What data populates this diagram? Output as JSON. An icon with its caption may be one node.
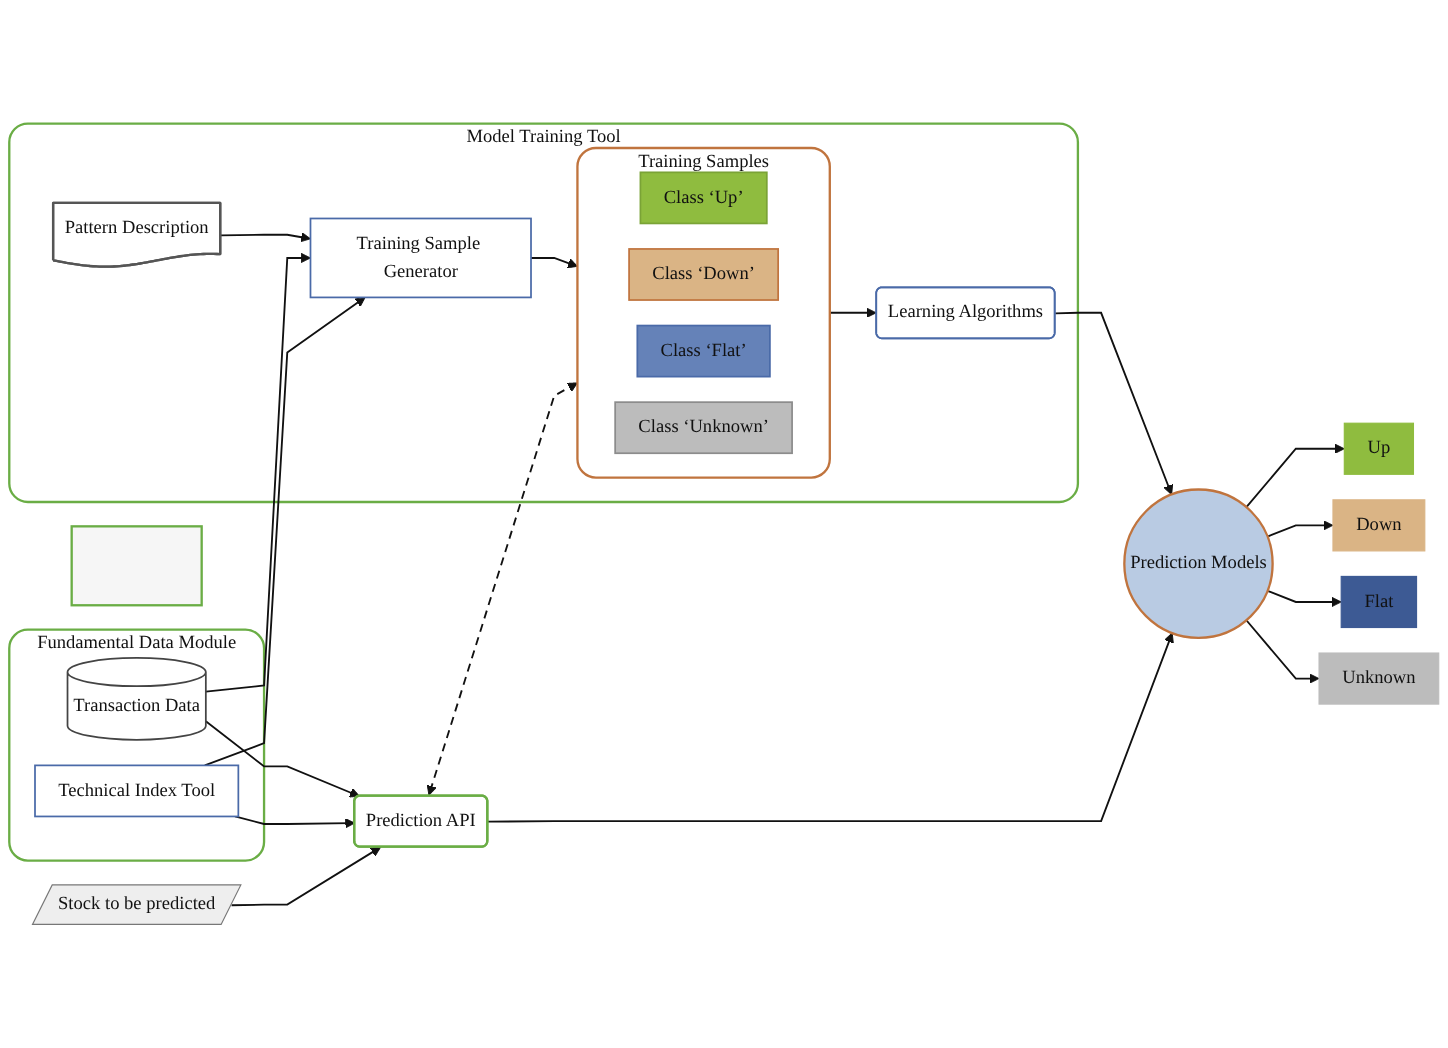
{
  "diagram": {
    "nodes": [
      {
        "text": [
          "Model Training Tool"
        ]
      },
      {
        "text": [
          "Pattern Description"
        ],
        "in": 0
      },
      {
        "text": [
          "Training Sample Generator"
        ],
        "in": 0
      },
      {
        "text": [
          "Training Samples"
        ],
        "in": 0
      },
      {
        "text": [
          "Class ‘Up’"
        ],
        "in": 3
      },
      {
        "text": [
          "Class ‘Down’"
        ],
        "in": 3
      },
      {
        "text": [
          "Class ‘Flat’"
        ],
        "in": 3
      },
      {
        "text": [
          "Class ‘Unknown’"
        ],
        "in": 3
      },
      {
        "text": [
          "Learning Algorithms"
        ],
        "in": 0
      },
      {
        "text": [
          "Fundamental Data Module"
        ]
      },
      {
        "text": [
          "Transaction Data"
        ],
        "in": 9
      },
      {
        "text": [
          "Technical Index Tool"
        ],
        "in": 9
      },
      {
        "text": [],
        "shape": "box"
      },
      {
        "text": [
          "Stock to be predicted"
        ]
      },
      {
        "text": [
          "Prediction API"
        ]
      },
      {
        "text": [
          "Prediction Models"
        ]
      },
      {
        "text": [
          "Up"
        ]
      },
      {
        "text": [
          "Down"
        ]
      },
      {
        "text": [
          "Flat"
        ]
      },
      {
        "text": [
          "Unknown"
        ]
      }
    ],
    "edges": [
      {
        "from": 1,
        "to": 2,
        "arrow": "to"
      },
      {
        "from": 2,
        "to": 3,
        "arrow": "to"
      },
      {
        "from": 3,
        "to": 8,
        "arrow": "to"
      },
      {
        "from": 10,
        "to": 2,
        "arrow": "to"
      },
      {
        "from": 11,
        "to": 2,
        "arrow": "to"
      },
      {
        "from": 10,
        "to": 14,
        "arrow": "to"
      },
      {
        "from": 11,
        "to": 14,
        "arrow": "to"
      },
      {
        "from": 14,
        "to": 3,
        "arrow": "both",
        "style": "dashed"
      },
      {
        "from": 13,
        "to": 14,
        "arrow": "to"
      },
      {
        "from": 8,
        "to": 15,
        "arrow": "to"
      },
      {
        "from": 14,
        "to": 15,
        "arrow": "to"
      },
      {
        "from": 15,
        "to": 16,
        "arrow": "to"
      },
      {
        "from": 15,
        "to": 17,
        "arrow": "to"
      },
      {
        "from": 15,
        "to": 18,
        "arrow": "to"
      },
      {
        "from": 15,
        "to": 19,
        "arrow": "to"
      }
    ]
  }
}
